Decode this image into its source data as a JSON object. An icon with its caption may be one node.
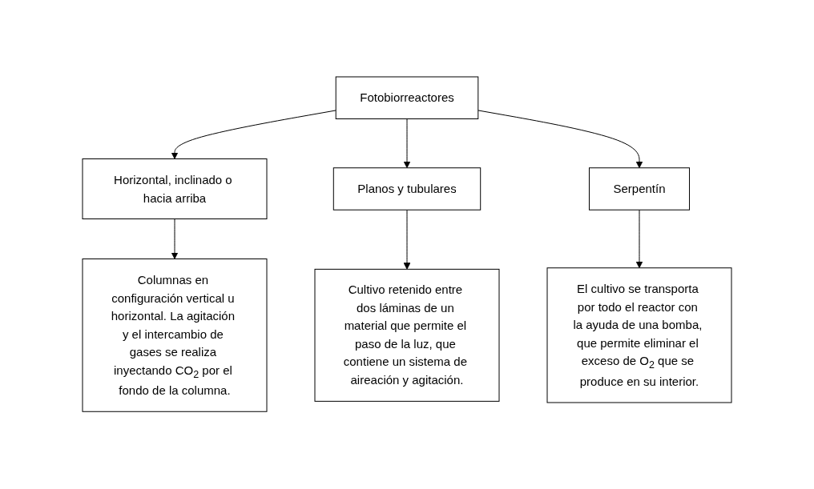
{
  "diagram": {
    "nodes": [
      {
        "text": [
          "Fotobiorreactores"
        ]
      },
      {
        "text": [
          "Horizontal, inclinado o hacia arriba"
        ]
      },
      {
        "text": [
          "Planos y tubulares"
        ]
      },
      {
        "text": [
          "Serpentín"
        ]
      },
      {
        "text": [
          "Columnas en configuración vertical u horizontal. La agitación y el intercambio de gases se realiza inyectando CO$_{2}$ por el fondo de la columna."
        ]
      },
      {
        "text": [
          "Cultivo retenido entre dos láminas de un material que permite el paso de la luz, que contiene un sistema de aireación y agitación."
        ]
      },
      {
        "text": [
          "El cultivo se transporta por todo el reactor con la ayuda de una bomba, que permite eliminar el exceso de O$_{2}$ que se produce en su interior."
        ]
      }
    ],
    "edges": [
      {
        "from": 0,
        "to": 1,
        "arrow": "to"
      },
      {
        "from": 0,
        "to": 2,
        "arrow": "to"
      },
      {
        "from": 0,
        "to": 3,
        "arrow": "to"
      },
      {
        "from": 1,
        "to": 4,
        "arrow": "to"
      },
      {
        "from": 2,
        "to": 5,
        "arrow": "to"
      },
      {
        "from": 3,
        "to": 6,
        "arrow": "to"
      }
    ]
  }
}
